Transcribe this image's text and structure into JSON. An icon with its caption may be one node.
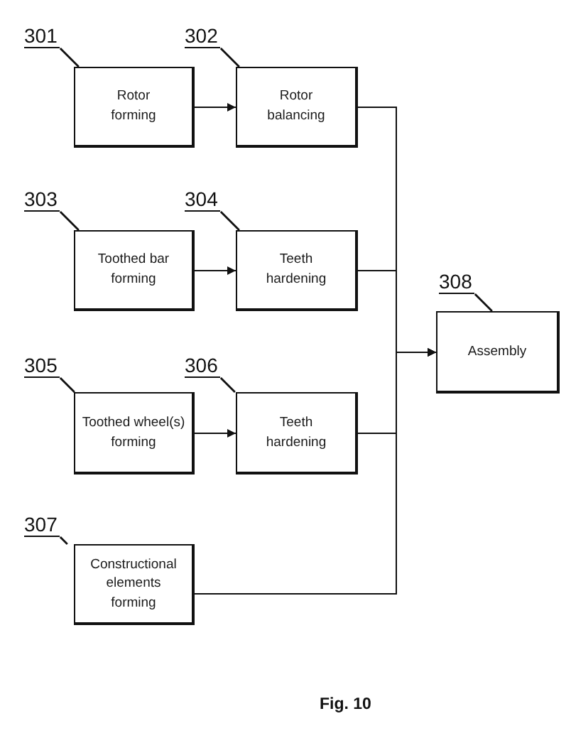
{
  "diagram": {
    "caption": "Fig. 10",
    "nodes": [
      {
        "text": [
          "301"
        ]
      },
      {
        "text": [
          "Rotor forming"
        ]
      },
      {
        "text": [
          "302"
        ]
      },
      {
        "text": [
          "Rotor balancing"
        ]
      },
      {
        "text": [
          "303"
        ]
      },
      {
        "text": [
          "Toothed bar forming"
        ]
      },
      {
        "text": [
          "304"
        ]
      },
      {
        "text": [
          "Teeth hardening"
        ]
      },
      {
        "text": [
          "305"
        ]
      },
      {
        "text": [
          "Toothed wheel(s) forming"
        ]
      },
      {
        "text": [
          "306"
        ]
      },
      {
        "text": [
          "Teeth hardening"
        ]
      },
      {
        "text": [
          "307"
        ]
      },
      {
        "text": [
          "Constructional elements forming"
        ]
      },
      {
        "text": [
          "308"
        ]
      },
      {
        "text": [
          "Assembly"
        ]
      }
    ],
    "edges": [
      {
        "from": 1,
        "to": 3,
        "arrow": "to"
      },
      {
        "from": 5,
        "to": 7,
        "arrow": "to"
      },
      {
        "from": 9,
        "to": 11,
        "arrow": "to"
      },
      {
        "from": 3,
        "to": 15,
        "arrow": "to"
      },
      {
        "from": 7,
        "to": 15,
        "arrow": "to"
      },
      {
        "from": 11,
        "to": 15,
        "arrow": "to"
      },
      {
        "from": 13,
        "to": 15,
        "arrow": "to"
      },
      {
        "from": 0,
        "to": 1,
        "arrow": "none"
      },
      {
        "from": 2,
        "to": 3,
        "arrow": "none"
      },
      {
        "from": 4,
        "to": 5,
        "arrow": "none"
      },
      {
        "from": 6,
        "to": 7,
        "arrow": "none"
      },
      {
        "from": 8,
        "to": 9,
        "arrow": "none"
      },
      {
        "from": 10,
        "to": 11,
        "arrow": "none"
      },
      {
        "from": 12,
        "to": 13,
        "arrow": "none"
      },
      {
        "from": 14,
        "to": 15,
        "arrow": "none"
      }
    ]
  }
}
